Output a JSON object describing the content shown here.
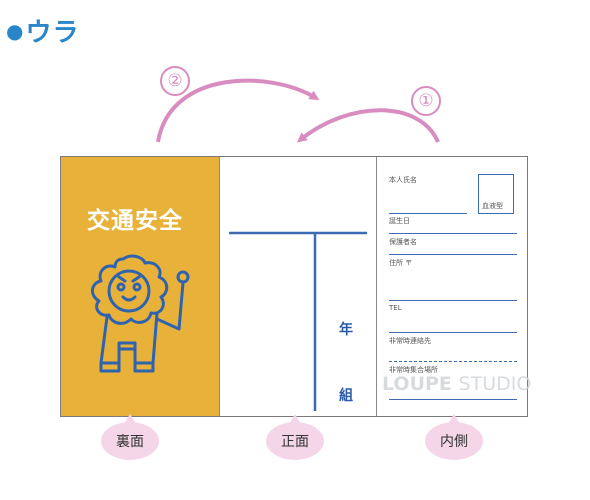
{
  "heading": {
    "dot": "●",
    "text": "ウラ"
  },
  "steps": {
    "one": "①",
    "two": "②"
  },
  "back": {
    "title": "交通安全"
  },
  "front": {
    "year_label": "年",
    "class_label": "組"
  },
  "inner": {
    "name_label": "本人氏名",
    "blood_label": "血液型",
    "birthday_label": "誕生日",
    "guardian_label": "保護者名",
    "address_label": "住所 〒",
    "tel_label": "TEL",
    "emergency_contact_label": "非常時連絡先",
    "emergency_meeting_label": "非常時集合場所"
  },
  "bubbles": {
    "back": "裏面",
    "front": "正面",
    "inner": "内側"
  },
  "watermark": {
    "text_a": "LOUPE",
    "text_b": "STUDIO"
  },
  "colors": {
    "accent_blue": "#2a86c9",
    "line_blue": "#3d6bb3",
    "back_panel": "#e8b23a",
    "arrow_pink": "#d98cbf",
    "bubble_pink": "#f4d6e8"
  }
}
